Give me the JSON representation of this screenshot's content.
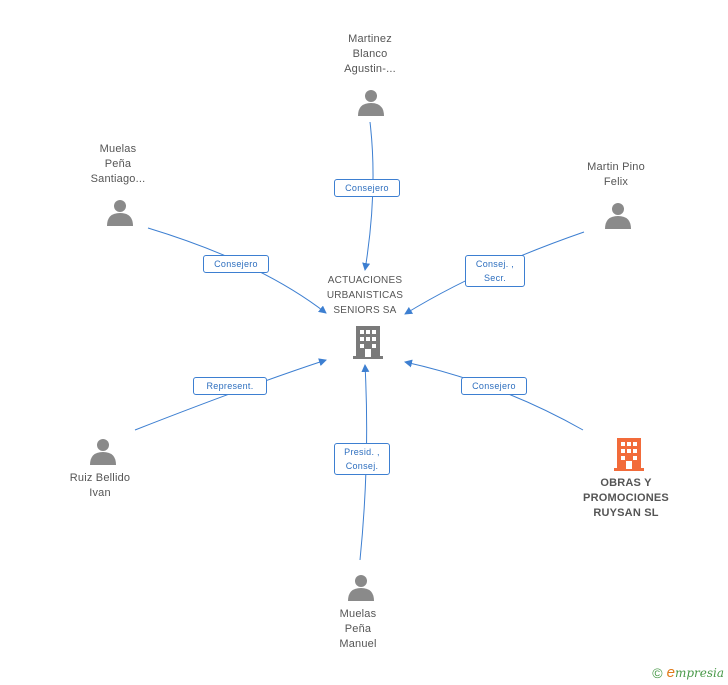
{
  "center": {
    "lines": [
      "ACTUACIONES",
      "URBANISTICAS",
      "SENIORS SA"
    ]
  },
  "people": [
    {
      "id": "martinez",
      "lines": [
        "Martinez",
        "Blanco",
        "Agustin-..."
      ]
    },
    {
      "id": "muelas-santiago",
      "lines": [
        "Muelas",
        "Peña",
        "Santiago..."
      ]
    },
    {
      "id": "martin-pino",
      "lines": [
        "Martin Pino",
        "Felix"
      ]
    },
    {
      "id": "ruiz",
      "lines": [
        "Ruiz Bellido",
        "Ivan"
      ]
    },
    {
      "id": "muelas-manuel",
      "lines": [
        "Muelas",
        "Peña",
        "Manuel"
      ]
    }
  ],
  "company": {
    "lines": [
      "OBRAS Y",
      "PROMOCIONES",
      "RUYSAN SL"
    ],
    "color": "#f26b3a"
  },
  "relations": [
    {
      "id": "rel-martinez",
      "lines": [
        "Consejero"
      ]
    },
    {
      "id": "rel-muelas-santiago",
      "lines": [
        "Consejero"
      ]
    },
    {
      "id": "rel-martin-pino",
      "lines": [
        "Consej. ,",
        "Secr."
      ]
    },
    {
      "id": "rel-ruiz",
      "lines": [
        "Represent."
      ]
    },
    {
      "id": "rel-company",
      "lines": [
        "Consejero"
      ]
    },
    {
      "id": "rel-muelas-manuel",
      "lines": [
        "Presid. ,",
        "Consej."
      ]
    }
  ],
  "colors": {
    "edge": "#3d7fd1",
    "person": "#8a8a8a",
    "building": "#7a7a7a"
  },
  "footer": {
    "copyright": "©",
    "brand": "mpresia",
    "brand_initial": "e"
  }
}
